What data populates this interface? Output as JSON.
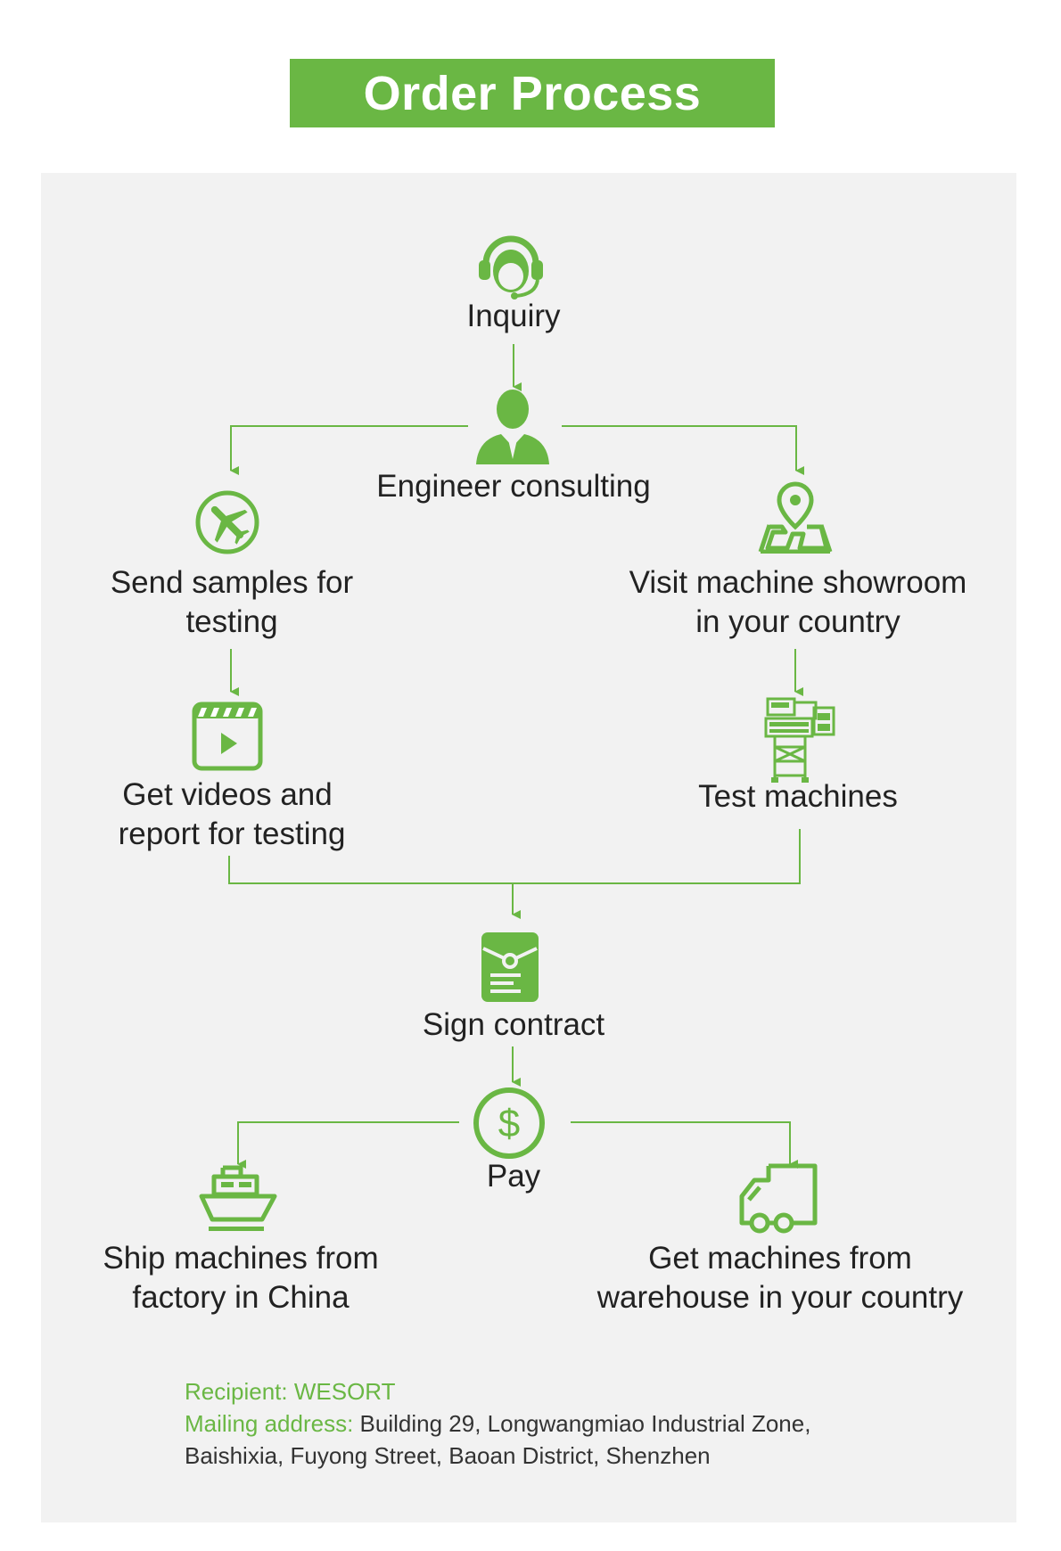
{
  "title": "Order Process",
  "colors": {
    "accent": "#6ab744",
    "panel": "#f2f2f2",
    "text": "#222222"
  },
  "steps": {
    "inquiry": {
      "label": "Inquiry",
      "icon": "headset-agent-icon"
    },
    "engineer": {
      "label": "Engineer consulting",
      "icon": "engineer-person-icon"
    },
    "send_samples": {
      "line1": "Send samples for",
      "line2": "testing",
      "icon": "airplane-icon"
    },
    "visit_showroom": {
      "line1": "Visit machine showroom",
      "line2": "in your country",
      "icon": "map-pin-icon"
    },
    "get_videos": {
      "line1": "Get videos and",
      "line2": "report  for testing",
      "icon": "video-clapper-icon"
    },
    "test_machines": {
      "label": "Test machines",
      "icon": "sorting-machine-icon"
    },
    "sign_contract": {
      "label": "Sign contract",
      "icon": "contract-envelope-icon"
    },
    "pay": {
      "label": "Pay",
      "icon": "dollar-coin-icon"
    },
    "ship": {
      "line1": "Ship machines from",
      "line2": "factory in China",
      "icon": "ship-icon"
    },
    "warehouse": {
      "line1": "Get machines from",
      "line2": "warehouse in your country",
      "icon": "truck-icon"
    }
  },
  "footer": {
    "recipient_label": "Recipient: ",
    "recipient_value": "WESORT",
    "address_label": "Mailing address: ",
    "address_line1": "Building 29, Longwangmiao Industrial Zone,",
    "address_line2": "Baishixia, Fuyong Street, Baoan District, Shenzhen"
  }
}
